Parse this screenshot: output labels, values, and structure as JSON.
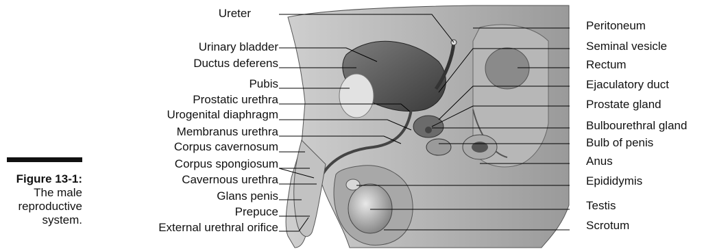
{
  "figure": {
    "number": "Figure 13-1:",
    "caption": "The male reproductive system."
  },
  "left_labels": [
    {
      "key": "ureter",
      "text": "Ureter"
    },
    {
      "key": "urinary-bladder",
      "text": "Urinary bladder"
    },
    {
      "key": "ductus-deferens",
      "text": "Ductus deferens"
    },
    {
      "key": "pubis",
      "text": "Pubis"
    },
    {
      "key": "prostatic-urethra",
      "text": "Prostatic urethra"
    },
    {
      "key": "urogenital-diaphragm",
      "text": "Urogenital diaphragm"
    },
    {
      "key": "membranus-urethra",
      "text": "Membranus urethra"
    },
    {
      "key": "corpus-cavernosum",
      "text": "Corpus cavernosum"
    },
    {
      "key": "corpus-spongiosum",
      "text": "Corpus spongiosum"
    },
    {
      "key": "cavernous-urethra",
      "text": "Cavernous urethra"
    },
    {
      "key": "glans-penis",
      "text": "Glans penis"
    },
    {
      "key": "prepuce",
      "text": "Prepuce"
    },
    {
      "key": "external-urethral-orifice",
      "text": "External urethral orifice"
    }
  ],
  "right_labels": [
    {
      "key": "peritoneum",
      "text": "Peritoneum"
    },
    {
      "key": "seminal-vesicle",
      "text": "Seminal vesicle"
    },
    {
      "key": "rectum",
      "text": "Rectum"
    },
    {
      "key": "ejaculatory-duct",
      "text": "Ejaculatory duct"
    },
    {
      "key": "prostate-gland",
      "text": "Prostate gland"
    },
    {
      "key": "bulbourethral-gland",
      "text": "Bulbourethral gland"
    },
    {
      "key": "bulb-of-penis",
      "text": "Bulb of penis"
    },
    {
      "key": "anus",
      "text": "Anus"
    },
    {
      "key": "epididymis",
      "text": "Epididymis"
    },
    {
      "key": "testis",
      "text": "Testis"
    },
    {
      "key": "scrotum",
      "text": "Scrotum"
    }
  ]
}
